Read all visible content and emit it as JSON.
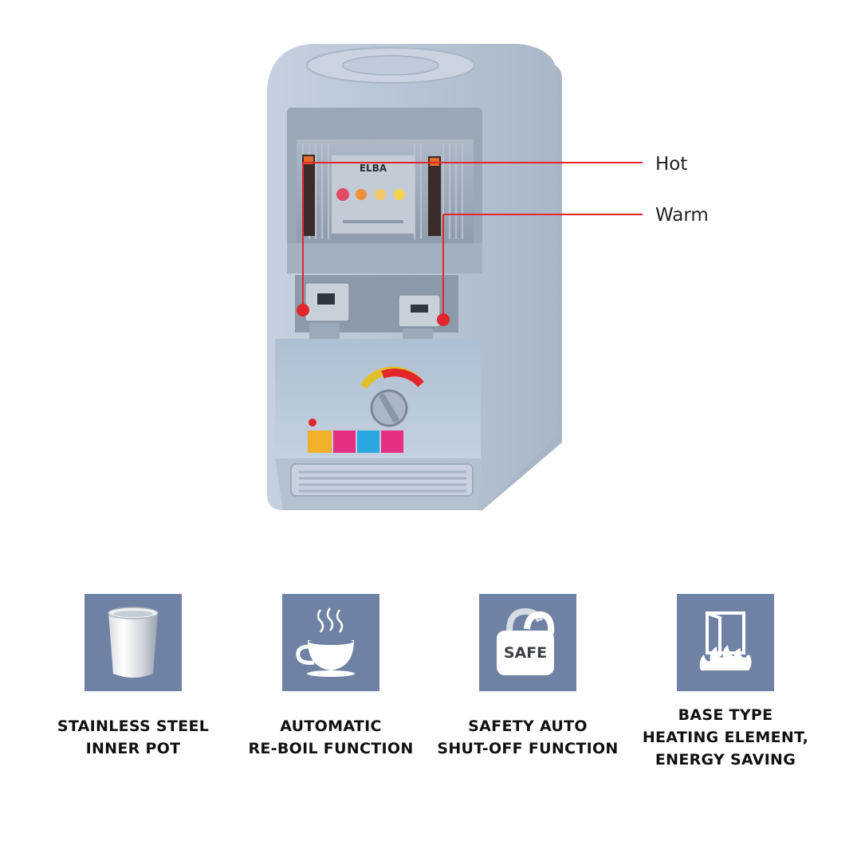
{
  "brand": "ELBA",
  "callouts": {
    "hot": "Hot",
    "warm": "Warm"
  },
  "safe_badge": "SAFE",
  "features": [
    {
      "icon": "stainless-pot-icon",
      "line1": "STAINLESS STEEL",
      "line2": "INNER POT"
    },
    {
      "icon": "steaming-cup-icon",
      "line1": "AUTOMATIC",
      "line2": "RE-BOIL FUNCTION"
    },
    {
      "icon": "safe-lock-icon",
      "line1": "SAFETY AUTO",
      "line2": "SHUT-OFF FUNCTION"
    },
    {
      "icon": "heating-element-icon",
      "line1": "BASE TYPE",
      "line2": "HEATING ELEMENT,",
      "line3": "ENERGY SAVING"
    }
  ],
  "colors": {
    "tile": "#6f82a4",
    "callout_line": "#e2262c",
    "body": "#b8c6d6"
  }
}
